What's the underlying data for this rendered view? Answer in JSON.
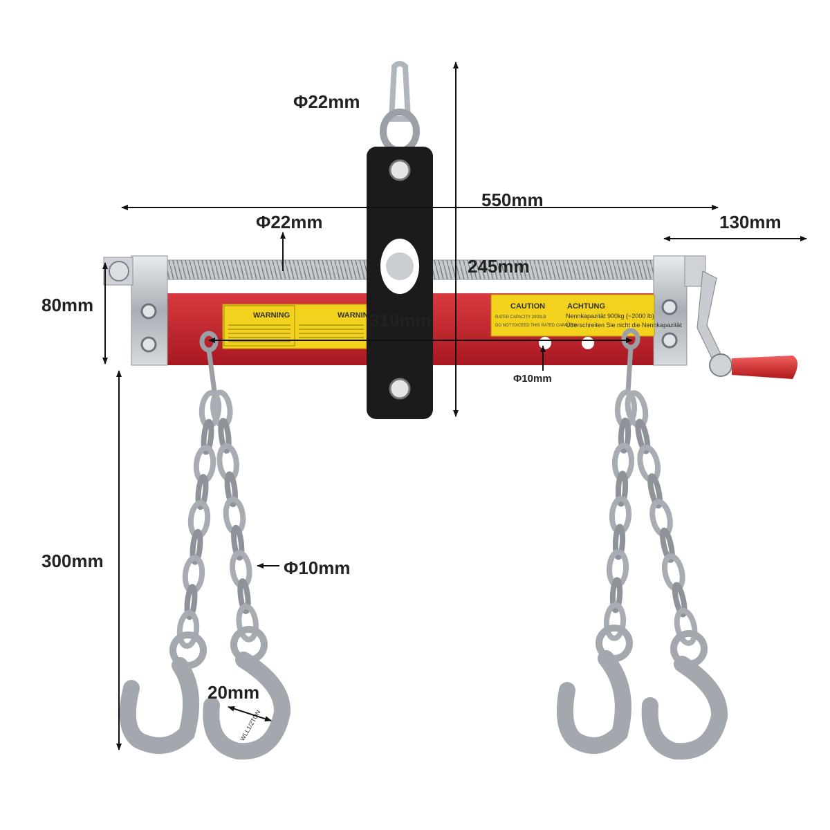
{
  "dimensions": {
    "top_pin_diameter": "Φ22mm",
    "overall_length": "550mm",
    "rod_diameter": "Φ22mm",
    "handle_length": "130mm",
    "travel": "245mm",
    "bar_height": "80mm",
    "hook_spacing": "310mm",
    "hole_diameter": "Φ10mm",
    "chain_length": "300mm",
    "chain_diameter": "Φ10mm",
    "hook_opening": "20mm"
  },
  "labels": {
    "warning_title": "WARNING",
    "warning_title_2": "WARNING",
    "caution_title": "CAUTION",
    "achtung_title": "ACHTUNG",
    "rated_capacity": "RATED CAPACITY   2000LB",
    "not_exceed": "DO NOT EXCEED THIS RATED CAPACITY",
    "nenn": "Nennkapazität 900kg (~2000 lb)",
    "ueber": "Überschreiten Sie nicht die Nennkapazität",
    "hook_stamp": "WLL1/2TON"
  },
  "colors": {
    "bar_red": "#c8202a",
    "plate_black": "#1b1b1b",
    "label_yellow": "#f2d21c",
    "handle_red": "#d52a2a",
    "steel": "#b9bec3"
  }
}
